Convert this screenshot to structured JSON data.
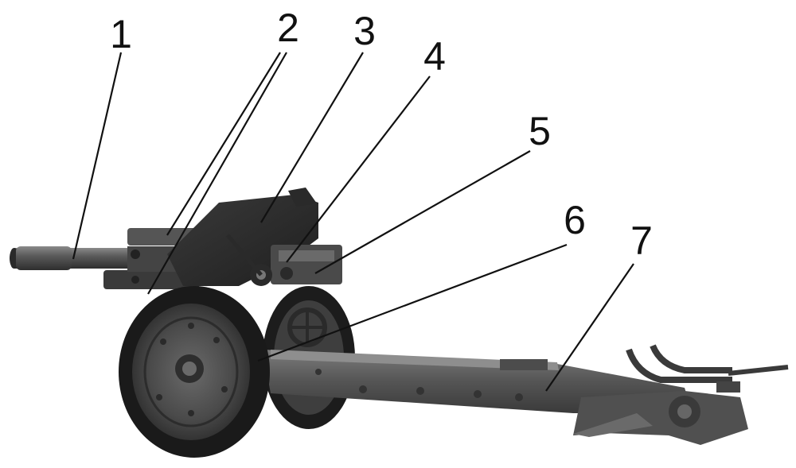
{
  "callouts": [
    {
      "id": "1",
      "label": "1"
    },
    {
      "id": "2",
      "label": "2"
    },
    {
      "id": "3",
      "label": "3"
    },
    {
      "id": "4",
      "label": "4"
    },
    {
      "id": "5",
      "label": "5"
    },
    {
      "id": "6",
      "label": "6"
    },
    {
      "id": "7",
      "label": "7"
    }
  ],
  "colors": {
    "background": "#ffffff",
    "metal_dark": "#2b2b2b",
    "metal_mid": "#4a4a4a",
    "metal_light": "#6e6e6e",
    "tire": "#1e1e1e",
    "ink": "#111111"
  }
}
